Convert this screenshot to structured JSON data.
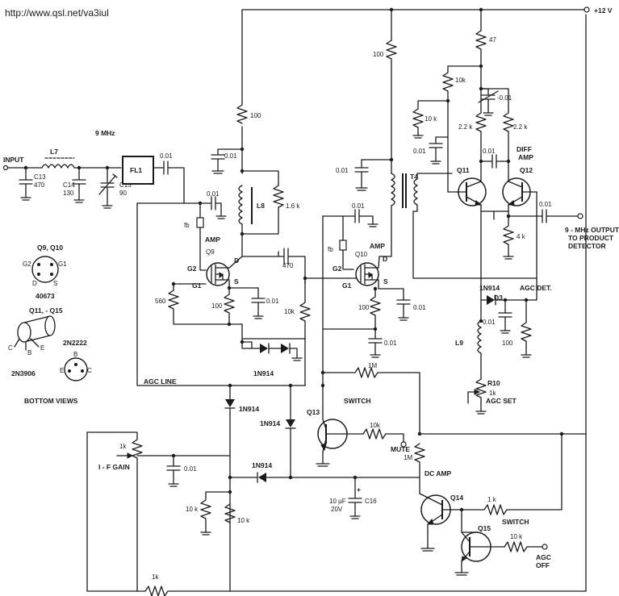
{
  "url": "http://www.qsl.net/va3iul",
  "supply": "+12 V",
  "freq": "9 MHz",
  "input": "INPUT",
  "output": [
    "9 - MHz OUTPUT",
    "TO PRODUCT",
    "DETECTOR"
  ],
  "mute": "MUTE",
  "agc_off": [
    "AGC",
    "OFF"
  ],
  "blocks": {
    "amp": "AMP",
    "dife_amp": [
      "DIFF",
      "AMP"
    ],
    "agc_det": "AGC DET.",
    "switch": "SWITCH",
    "dc_amp": "DC AMP",
    "agc_line": "AGC LINE",
    "agc_set": "AGC SET",
    "if_gain": "I - F GAIN"
  },
  "parts": {
    "L7": "L7",
    "C13": "C13",
    "C13v": "470",
    "C14": "C14",
    "C14v": "130",
    "C15": "C15",
    "C15v": "90",
    "FL1": "FL1",
    "c001": "0.01",
    "L8": "L8",
    "r100": "100",
    "r16k": "1.6 k",
    "fb": "fb",
    "Q9": "Q9",
    "Q10": "Q10",
    "Q11": "Q11",
    "Q12": "Q12",
    "Q13": "Q13",
    "Q14": "Q14",
    "Q15": "Q15",
    "r560": "560",
    "c470": "470",
    "r10k": "10k",
    "r10kk": "10 k",
    "T4": "T4",
    "r47": "47",
    "r22k": "2.2 k",
    "r22": "2.2",
    "c001b": "-0.01",
    "r4k": "4 k",
    "D3": "D3",
    "L9": "L9",
    "R10": "R10",
    "r1k": "1k",
    "r1M": "1M",
    "d1N914": "1N914",
    "c10uf": "10 µF",
    "c20v": "20V",
    "C16": "C16",
    "r1kb": "1 k",
    "r10kc": "10 k",
    "G1": "G1",
    "G2": "G2",
    "D": "D",
    "S": "S",
    "plus": "+"
  },
  "pinout": {
    "title1": "Q9, Q10",
    "g2": "G2",
    "g1": "G1",
    "d": "D",
    "s": "S",
    "part": "40673",
    "title2": "Q11, - Q15",
    "c": "C",
    "b": "B",
    "e": "E",
    "p1": "2N3906",
    "p2": "2N2222",
    "bottom": "BOTTOM   VIEWS"
  }
}
